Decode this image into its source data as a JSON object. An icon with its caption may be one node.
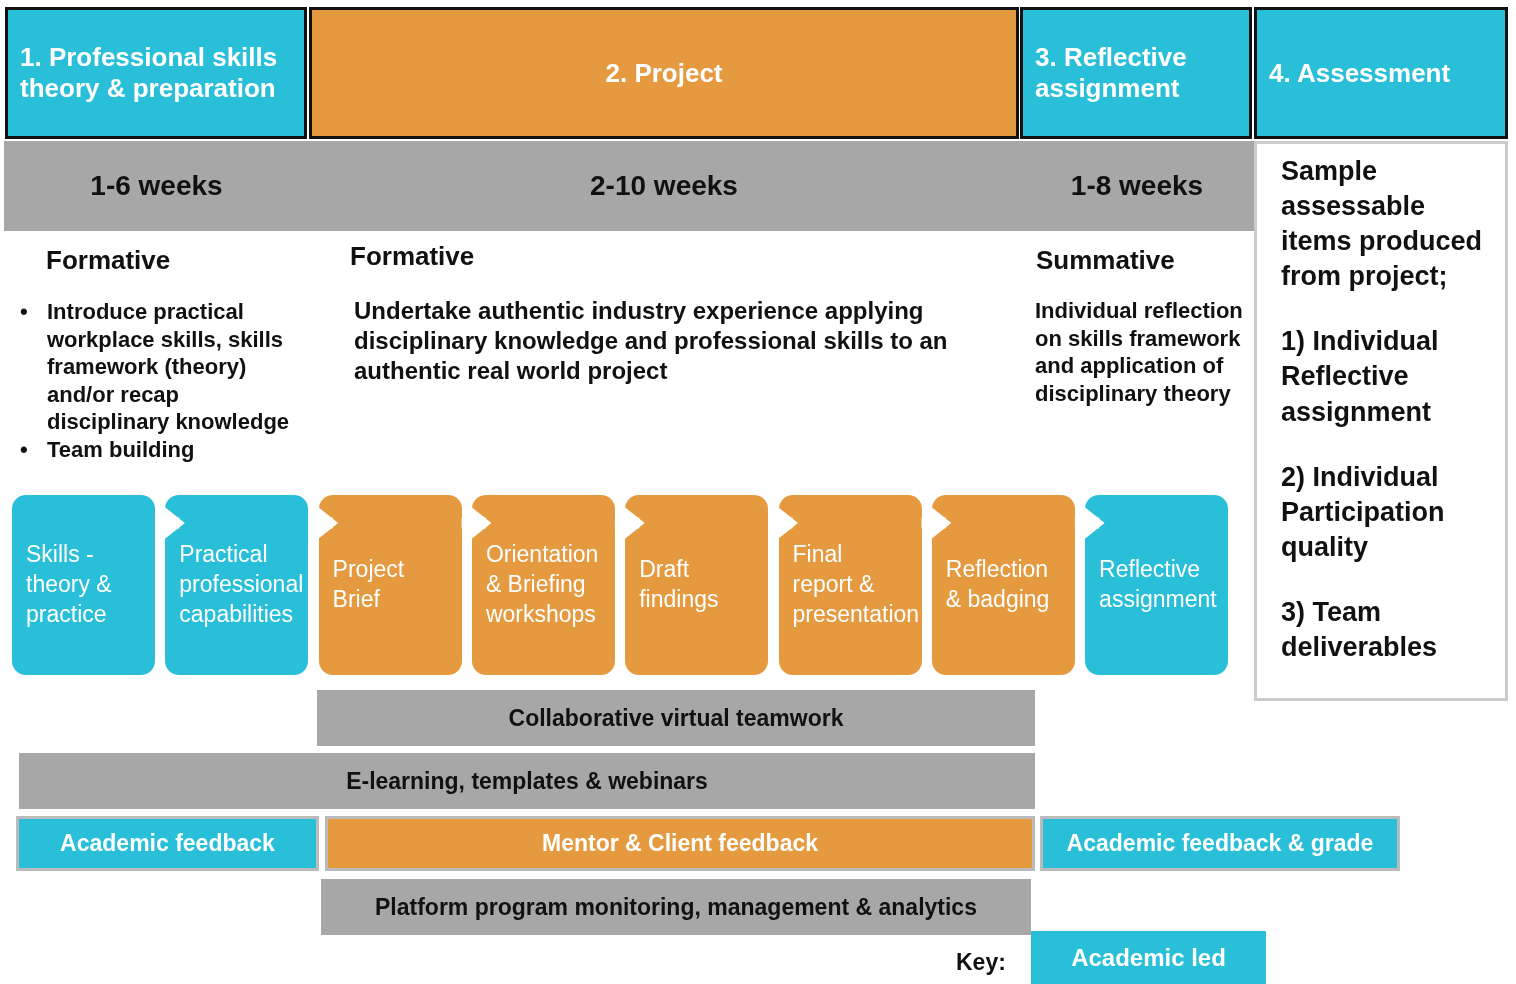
{
  "diagram": {
    "nodes": [
      {
        "text": [
          "1. Professional skills theory & preparation"
        ]
      },
      {
        "text": [
          "2. Project"
        ]
      },
      {
        "text": [
          "3. Reflective assignment"
        ]
      },
      {
        "text": [
          "4. Assessment"
        ]
      },
      {
        "text": [
          "1-6 weeks"
        ]
      },
      {
        "text": [
          "2-10 weeks"
        ]
      },
      {
        "text": [
          "1-8 weeks"
        ]
      },
      {
        "text": [
          "Sample assessable items produced from project;",
          "1) Individual Reflective assignment",
          "2) Individual Participation quality",
          "3) Team deliverables"
        ]
      },
      {
        "text": [
          "Skills - theory & practice"
        ]
      },
      {
        "text": [
          "Practical professional capabilities"
        ]
      },
      {
        "text": [
          "Project Brief"
        ]
      },
      {
        "text": [
          "Orientation & Briefing workshops"
        ]
      },
      {
        "text": [
          "Draft findings"
        ]
      },
      {
        "text": [
          "Final report & presentation"
        ]
      },
      {
        "text": [
          "Reflection & badging"
        ]
      },
      {
        "text": [
          "Reflective assignment"
        ]
      },
      {
        "text": [
          "Collaborative virtual teamwork"
        ]
      },
      {
        "text": [
          "E-learning, templates & webinars"
        ]
      },
      {
        "text": [
          "Academic feedback"
        ]
      },
      {
        "text": [
          "Mentor & Client feedback"
        ]
      },
      {
        "text": [
          "Academic feedback & grade"
        ]
      },
      {
        "text": [
          "Platform program monitoring, management & analytics"
        ]
      }
    ],
    "edges": [
      {
        "from": 8,
        "to": 9,
        "arrow": "to"
      },
      {
        "from": 9,
        "to": 10,
        "arrow": "to"
      },
      {
        "from": 10,
        "to": 11,
        "arrow": "to"
      },
      {
        "from": 11,
        "to": 12,
        "arrow": "to"
      },
      {
        "from": 12,
        "to": 13,
        "arrow": "to"
      },
      {
        "from": 13,
        "to": 14,
        "arrow": "to"
      },
      {
        "from": 14,
        "to": 15,
        "arrow": "to"
      }
    ],
    "labels": [
      "Formative",
      "•",
      "Introduce practical workplace skills, skills framework (theory) and/or recap disciplinary knowledge",
      "•",
      "Team building",
      "Formative",
      "Undertake authentic industry experience applying disciplinary knowledge and professional skills to an authentic real world project",
      "Summative",
      "Individual reflection on skills framework and application of disciplinary theory",
      "Key:"
    ],
    "legend": [
      {
        "text": "Academic led",
        "color": "#29bfd8"
      }
    ]
  }
}
